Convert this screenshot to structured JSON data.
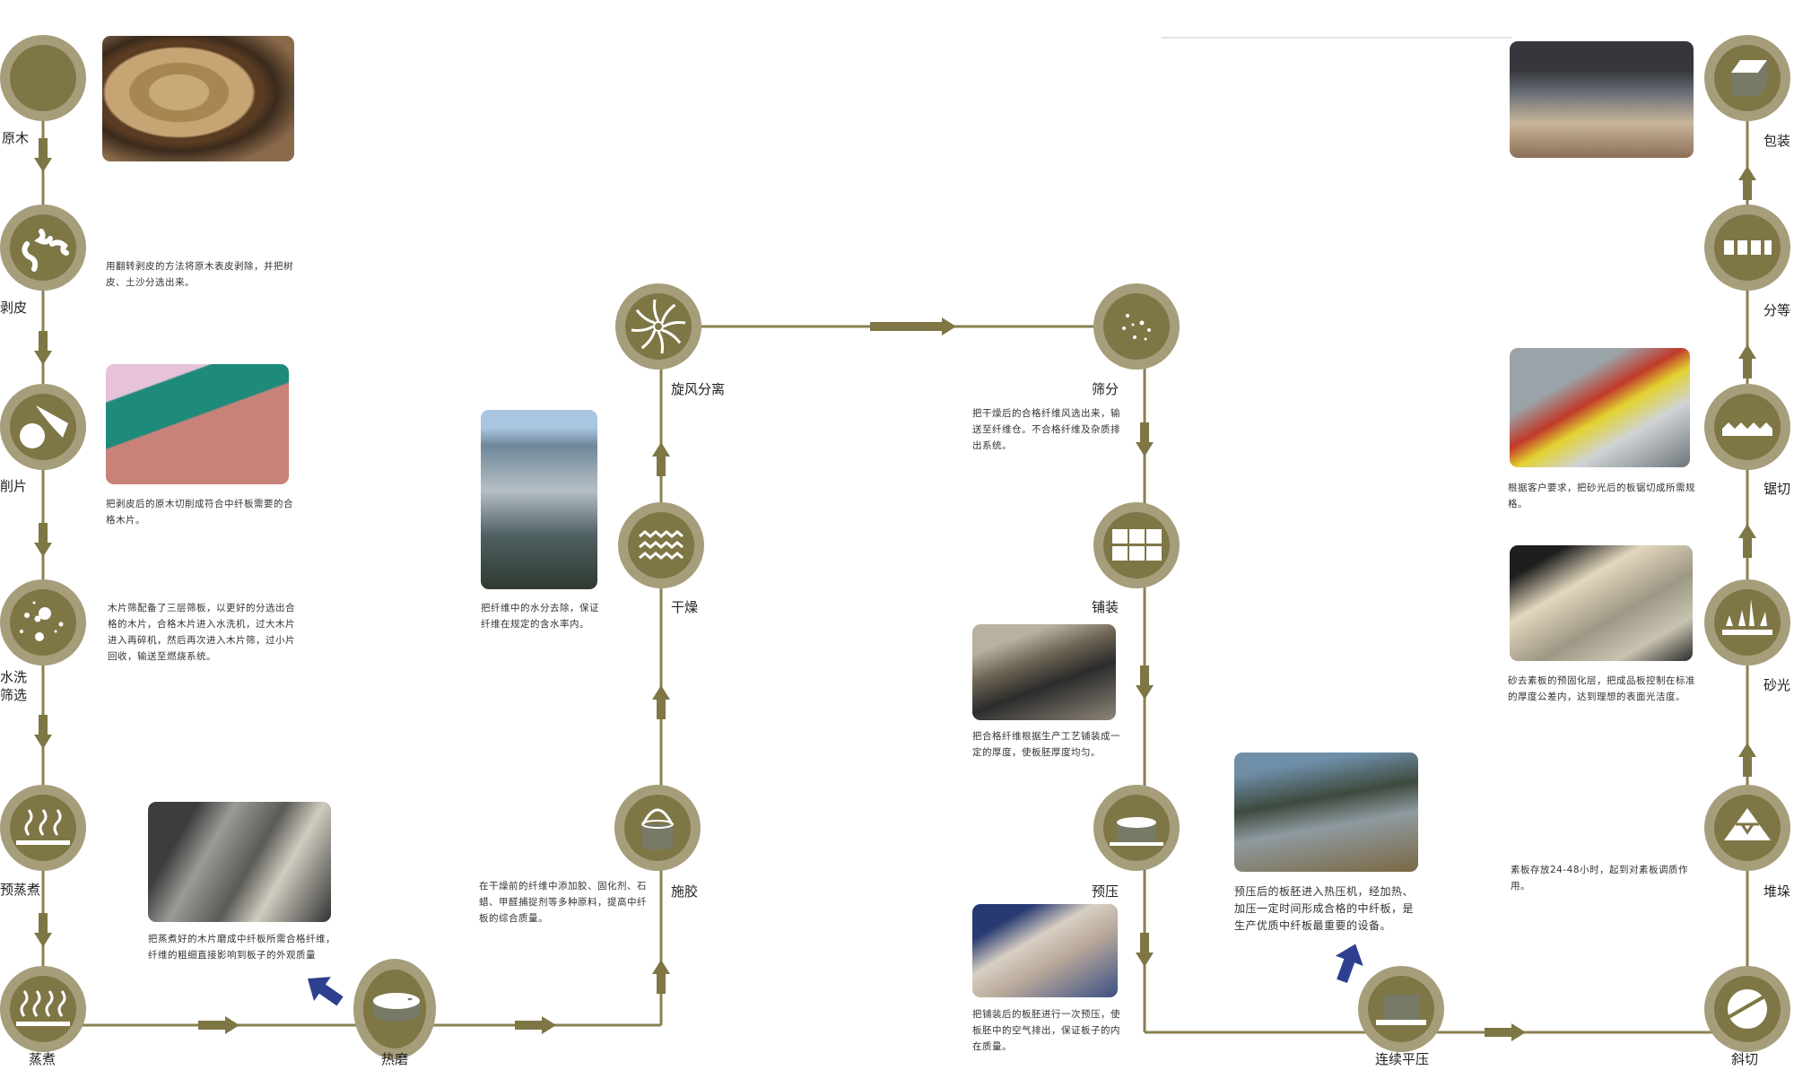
{
  "title": "中纤板生产工艺流程",
  "colors": {
    "ring": "#a69d7b",
    "core": "#7f7646",
    "line": "#8a8050",
    "pointer": "#2e3f8f"
  },
  "steps": [
    {
      "label": "原木",
      "icon": "log-icon"
    },
    {
      "label": "剥皮",
      "icon": "bark-icon",
      "desc": "用翻转剥皮的方法将原木表皮剥除，并把树皮、土沙分选出来。"
    },
    {
      "label": "削片",
      "icon": "chipper-icon",
      "desc": "把剥皮后的原木切削成符合中纤板需要的合格木片。"
    },
    {
      "label": "水洗",
      "label2": "筛选",
      "icon": "particles-icon",
      "desc": "木片筛配备了三层筛板，以更好的分选出合格的木片，合格木片进入水洗机，过大木片进入再碎机，然后再次进入木片筛，过小片回收，输送至燃烧系统。"
    },
    {
      "label": "预蒸煮",
      "icon": "steam-icon"
    },
    {
      "label": "蒸煮",
      "icon": "steam-heavy-icon"
    },
    {
      "label": "热磨",
      "icon": "disc-icon",
      "desc": "把蒸煮好的木片磨成中纤板所需合格纤维，纤维的粗细直接影响到板子的外观质量"
    },
    {
      "label": "施胶",
      "icon": "bucket-icon",
      "desc": "在干燥前的纤维中添加胶、固化剂、石蜡、甲醛捕捉剂等多种原料，提高中纤板的综合质量。"
    },
    {
      "label": "干燥",
      "icon": "waves-icon",
      "desc": "把纤维中的水分去除，保证纤维在规定的含水率内。"
    },
    {
      "label": "旋风分离",
      "icon": "cyclone-icon"
    },
    {
      "label": "筛分",
      "icon": "sieve-icon",
      "desc": "把干燥后的合格纤维风选出来，输送至纤维仓。不合格纤维及杂质排出系统。"
    },
    {
      "label": "铺装",
      "icon": "grid-icon",
      "desc": "把合格纤维根据生产工艺铺装成一定的厚度，使板胚厚度均匀。"
    },
    {
      "label": "预压",
      "icon": "cylinder-icon",
      "desc": "把铺装后的板胚进行一次预压，使板胚中的空气排出，保证板子的内在质量。"
    },
    {
      "label": "连续平压",
      "icon": "press-icon",
      "desc": "预压后的板胚进入热压机，经加热、加压一定时间形成合格的中纤板，是生产优质中纤板最重要的设备。"
    },
    {
      "label": "斜切",
      "icon": "diagonal-cut-icon"
    },
    {
      "label": "堆垛",
      "icon": "stack-icon",
      "desc": "素板存放24-48小时，起到对素板调质作用。"
    },
    {
      "label": "砂光",
      "icon": "sanding-icon",
      "desc": "砂去素板的预固化层，把成品板控制在标准的厚度公差内，达到理想的表面光洁度。"
    },
    {
      "label": "锯切",
      "icon": "saw-icon",
      "desc": "根据客户要求，把砂光后的板锯切成所需规格。"
    },
    {
      "label": "分等",
      "icon": "grading-icon"
    },
    {
      "label": "包装",
      "icon": "box-icon"
    }
  ]
}
